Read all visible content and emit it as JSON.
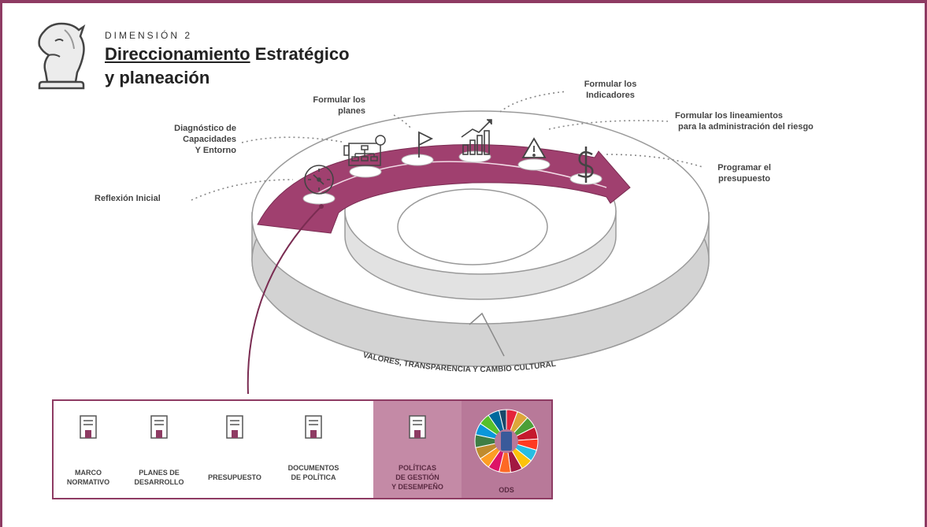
{
  "header": {
    "dimension": "DIMENSIÓN 2",
    "title_underlined": "Direccionamiento",
    "title_rest": " Estratégico",
    "title_line2": "y planeación"
  },
  "steps": {
    "reflexion": "Reflexión Inicial",
    "diagnostico_1": "Diagnóstico de",
    "diagnostico_2": "Capacidades",
    "diagnostico_3": "Y Entorno",
    "planes_1": "Formular los",
    "planes_2": "planes",
    "indicadores_1": "Formular los",
    "indicadores_2": "Indicadores",
    "riesgo_1": "Formular los lineamientos",
    "riesgo_2": "para la administración del riesgo",
    "presupuesto_1": "Programar el",
    "presupuesto_2": "presupuesto"
  },
  "ring_text": "VALORES, TRANSPARENCIA Y CAMBIO CULTURAL",
  "panel": {
    "items": [
      {
        "l1": "MARCO",
        "l2": "NORMATIVO"
      },
      {
        "l1": "PLANES DE",
        "l2": "DESARROLLO"
      },
      {
        "l1": "PRESUPUESTO",
        "l2": ""
      },
      {
        "l1": "DOCUMENTOS",
        "l2": "DE POLÍTICA"
      }
    ],
    "highlight": {
      "l1": "POLÍTICAS",
      "l2": "DE GESTIÓN",
      "l3": "Y DESEMPEÑO"
    },
    "ods": "ODS"
  },
  "colors": {
    "brand": "#8e3b63",
    "ring_top": "#a0406f",
    "ring_side": "#d6d6d6"
  }
}
